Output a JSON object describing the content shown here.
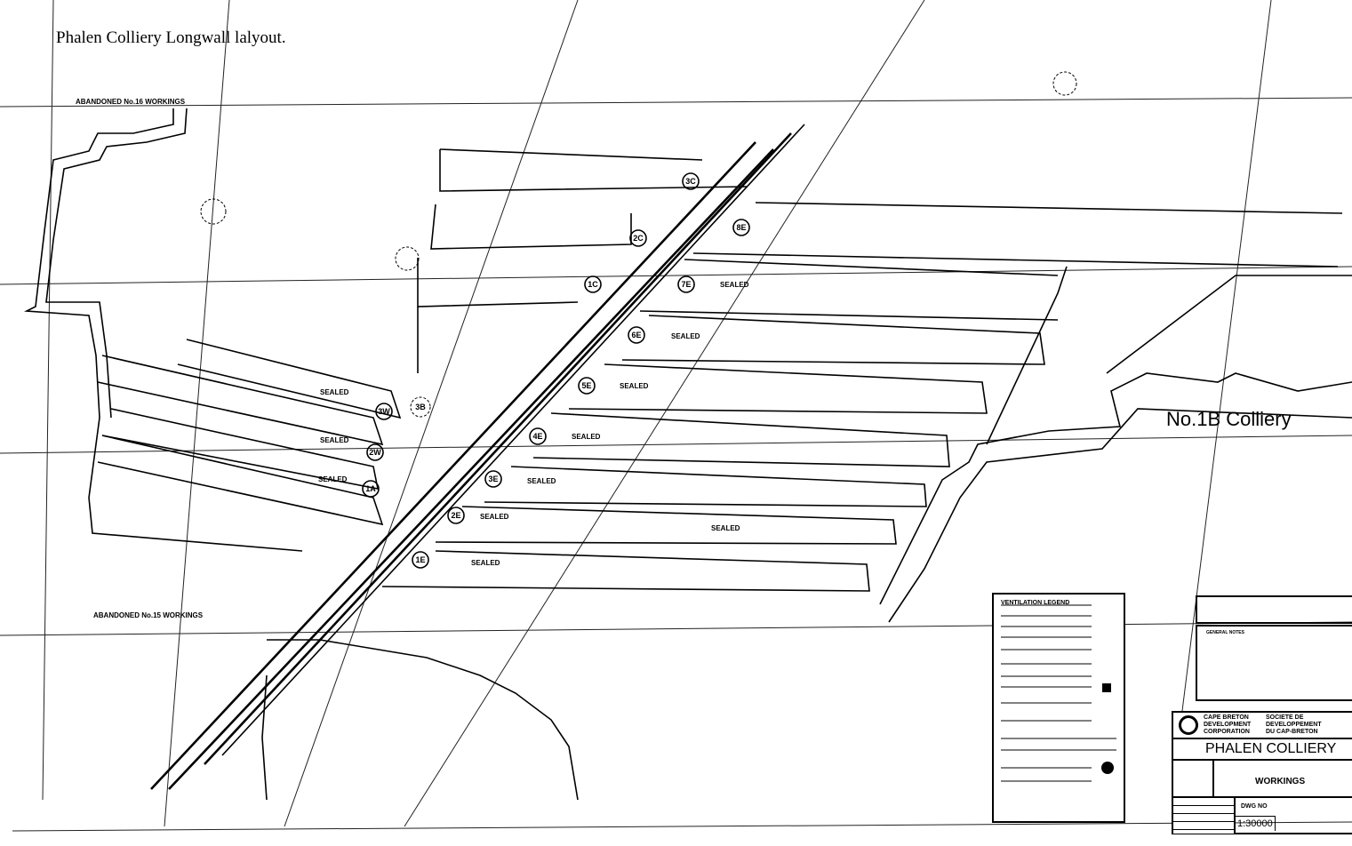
{
  "title": "Phalen Colliery Longwall lalyout.",
  "labels": {
    "abandoned_16": "ABANDONED No.16 WORKINGS",
    "abandoned_15": "ABANDONED No.15 WORKINGS",
    "colliery_1b": "No.1B Colliery",
    "sealed": "SEALED"
  },
  "panels": [
    "3C",
    "2C",
    "1C",
    "8E",
    "7E",
    "6E",
    "5E",
    "4E",
    "3E",
    "2E",
    "1E",
    "3W",
    "2W",
    "1A",
    "3B"
  ],
  "legend": {
    "title": "VENTILATION LEGEND"
  },
  "title_block": {
    "org_en": [
      "CAPE BRETON",
      "DEVELOPMENT",
      "CORPORATION"
    ],
    "org_fr": [
      "SOCIETE DE",
      "DEVELOPPEMENT",
      "DU CAP-BRETON"
    ],
    "colliery": "PHALEN COLLIERY",
    "drawing": "WORKINGS",
    "dwg_no_label": "DWG NO",
    "scale": "1:30000"
  },
  "general_notes_title": "GENERAL NOTES"
}
